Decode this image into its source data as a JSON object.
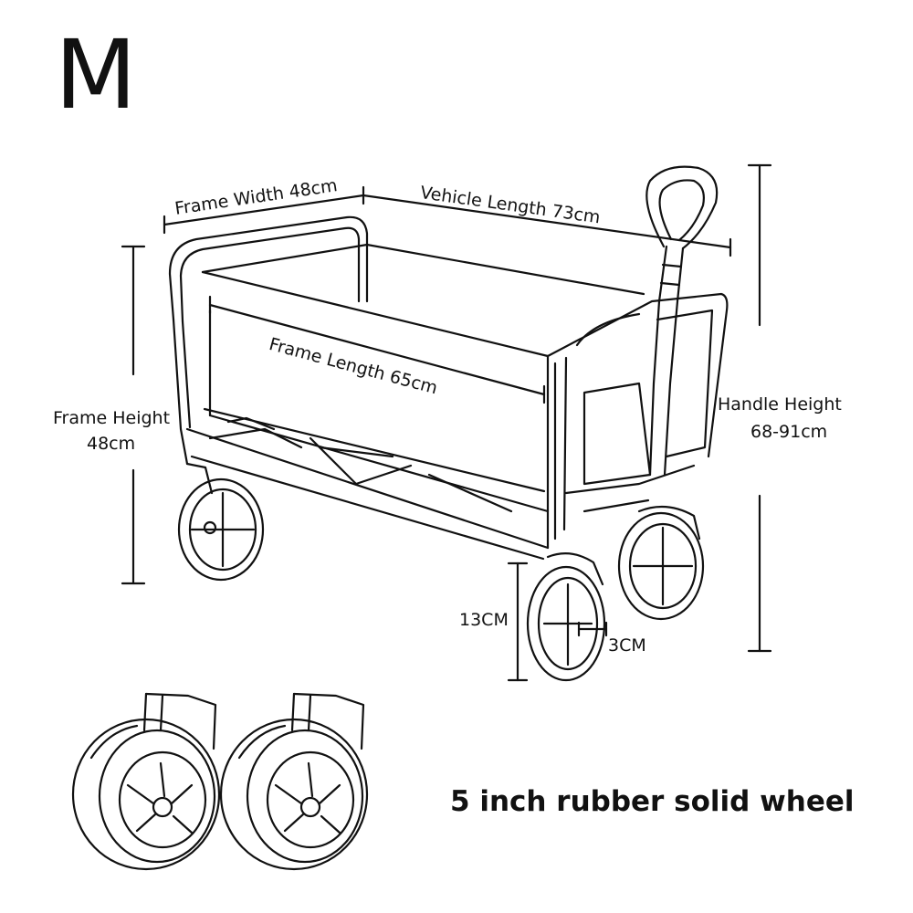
{
  "size_code": "M",
  "dimensions": {
    "frame_width": "Frame Width 48cm",
    "vehicle_length": "Vehicle Length 73cm",
    "frame_length": "Frame Length 65cm",
    "frame_height_line1": "Frame Height",
    "frame_height_line2": "48cm",
    "handle_height_line1": "Handle Height",
    "handle_height_line2": "68-91cm",
    "wheel_diameter": "13CM",
    "wheel_width": "3CM"
  },
  "caption": "5 inch rubber solid wheel"
}
